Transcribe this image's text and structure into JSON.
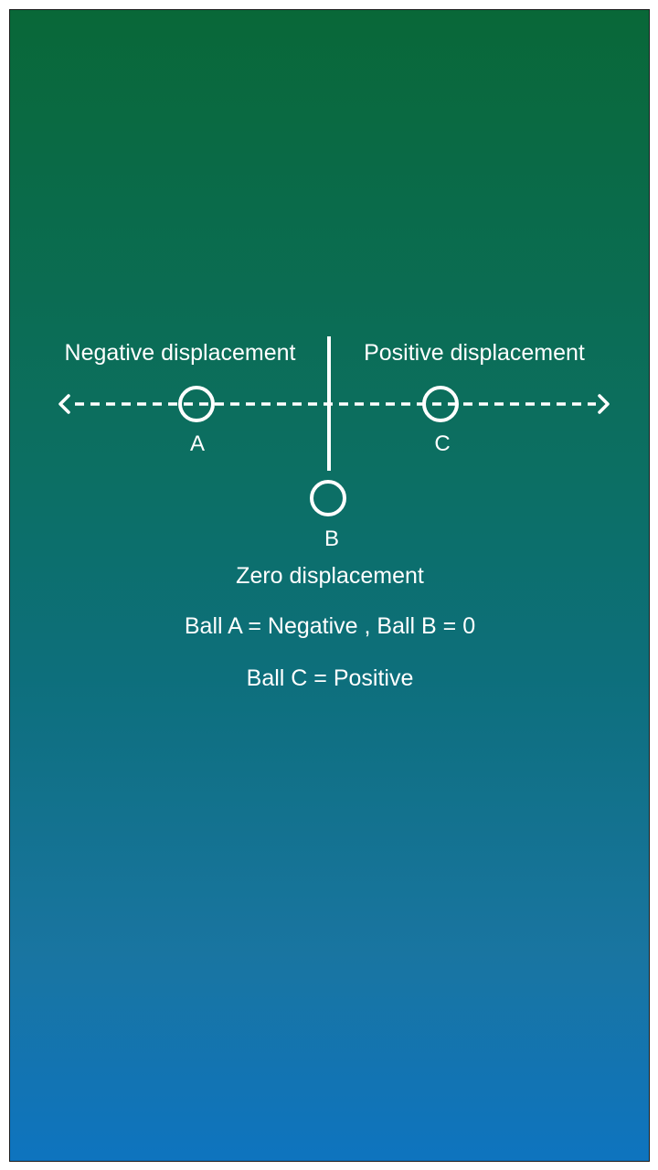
{
  "diagram": {
    "labels": {
      "negative": "Negative displacement",
      "positive": "Positive displacement",
      "zero": "Zero displacement"
    },
    "balls": [
      {
        "name": "A"
      },
      {
        "name": "B"
      },
      {
        "name": "C"
      }
    ],
    "result_lines": [
      "Ball A = Negative , Ball B = 0",
      "Ball C = Positive"
    ],
    "colors": {
      "ink": "#ffffff",
      "gradient_top": "#096838",
      "gradient_bottom": "#0e74bf",
      "border": "#1b1b1b"
    }
  }
}
